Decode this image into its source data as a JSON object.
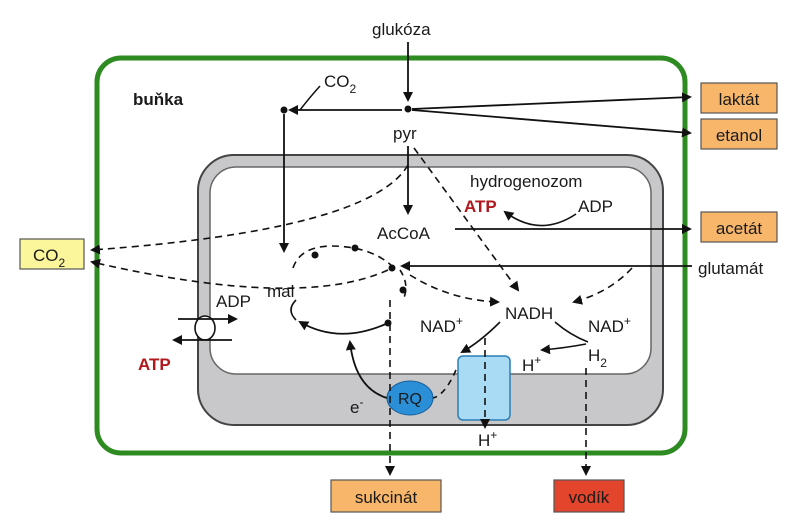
{
  "cell": {
    "label": "buňka",
    "border_color": "#2e8b22"
  },
  "hydrogenosome": {
    "label": "hydrogenozom",
    "outer_color": "#c8c8ca",
    "inner_color": "#ffffff"
  },
  "inputs": {
    "glucose": "glukóza",
    "glutamate": "glutamát"
  },
  "intermediates": {
    "pyruvate": "pyr",
    "acetyl_coa": "AcCoA",
    "malate": "mal",
    "nadh": "NADH",
    "nad_left": "NAD",
    "nad_right": "NAD",
    "h_plus_inner": "H",
    "h_plus_bottom": "H",
    "h2": "H",
    "h2_sub": "2",
    "adp_top": "ADP",
    "atp_top": "ATP",
    "adp_left": "ADP",
    "atp_left": "ATP",
    "co2_top": "CO",
    "co2_top_sub": "2",
    "electron": "e",
    "rq": "RQ",
    "superscript_plus": "+",
    "superscript_minus": "-"
  },
  "products": {
    "lactate": "laktát",
    "ethanol": "etanol",
    "acetate": "acetát",
    "succinate": "sukcinát",
    "hydrogen": "vodík",
    "co2": "CO",
    "co2_sub": "2"
  },
  "colors": {
    "product_box": "#f7b66a",
    "hydrogen_box": "#e2452b",
    "co2_box": "#fbf59b",
    "atp_text": "#b0181c",
    "rq_fill": "#2a8fd6",
    "transporter_fill": "#a9dcf4"
  }
}
